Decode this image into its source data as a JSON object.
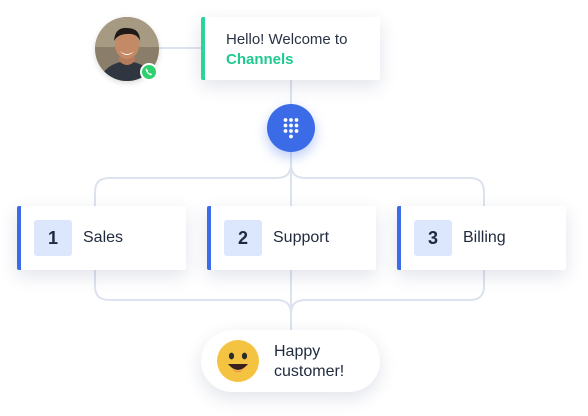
{
  "greeting": {
    "line1": "Hello! Welcome to",
    "brand": "Channels"
  },
  "menu": {
    "options": [
      {
        "number": "1",
        "label": "Sales"
      },
      {
        "number": "2",
        "label": "Support"
      },
      {
        "number": "3",
        "label": "Billing"
      }
    ]
  },
  "outcome": {
    "text": "Happy customer!"
  },
  "icons": {
    "avatar": "caller-avatar",
    "badge": "whatsapp-phone-icon",
    "hub": "dialpad-icon",
    "outcome": "smiley-face-icon"
  },
  "colors": {
    "accent_green": "#20c990",
    "accent_blue": "#3b6be7",
    "number_tile": "#dce6fc",
    "connector": "#dde3ee"
  }
}
